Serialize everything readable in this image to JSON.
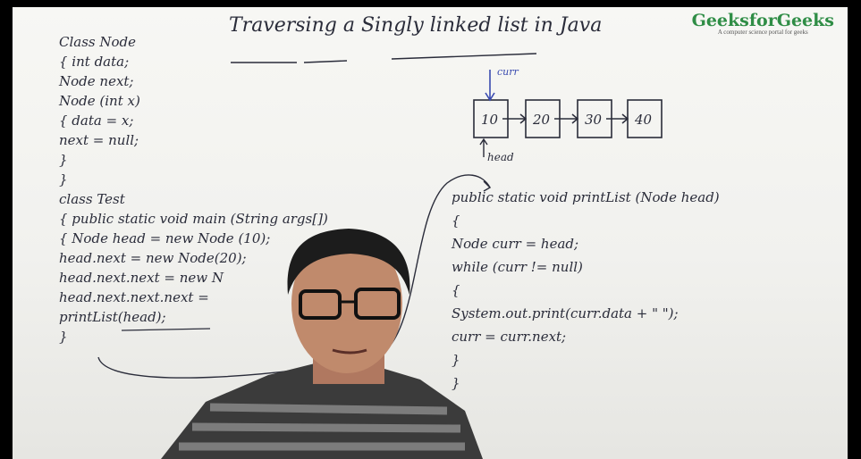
{
  "brand": {
    "name": "GeeksforGeeks",
    "tagline": "A computer science portal for geeks"
  },
  "title": "Traversing a Singly linked list in Java",
  "code_left": [
    "Class Node",
    "{  int data;",
    "   Node next;",
    "   Node (int x)",
    "   {  data = x;",
    "      next = null;",
    "   }",
    "}",
    "class Test",
    "{   public static void main (String args[])",
    "    {  Node head = new Node (10);",
    "       head.next = new Node(20);",
    "       head.next.next = new N",
    "       head.next.next.next =",
    "       printList(head);",
    "    }"
  ],
  "code_right": [
    "public static void printList (Node head)",
    "{",
    "    Node curr = head;",
    "    while (curr != null)",
    "    {",
    "       System.out.print(curr.data + \" \");",
    "       curr = curr.next;",
    "    }",
    "}"
  ],
  "diagram": {
    "nodes": [
      "10",
      "20",
      "30",
      "40"
    ],
    "pointer_top": "curr",
    "pointer_bottom": "head"
  },
  "colors": {
    "board": "#f3f3f0",
    "marker": "#2a2c3a",
    "brand_green": "#2f8d46",
    "curr_pointer": "#3a4bb0"
  }
}
